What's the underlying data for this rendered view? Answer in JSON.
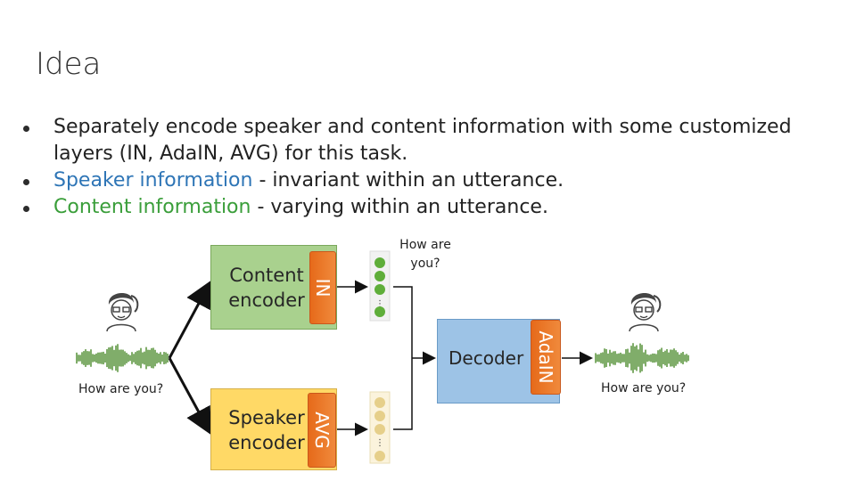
{
  "slide": {
    "title": "Idea",
    "bullets": [
      "Separately encode speaker and content information with some customized layers (IN, AdaIN, AVG) for this task.",
      "Speaker information",
      " - invariant within an utterance.",
      "Content information",
      " - varying within an utterance."
    ]
  },
  "diagram": {
    "content_encoder": "Content encoder",
    "content_encoder_line1": "Content",
    "content_encoder_line2": "encoder",
    "speaker_encoder_line1": "Speaker",
    "speaker_encoder_line2": "encoder",
    "decoder": "Decoder",
    "in_layer": "IN",
    "avg_layer": "AVG",
    "adain_layer": "AdaIN",
    "content_note": "How are you?",
    "input_caption": "How are you?",
    "output_caption": "How are you?"
  },
  "colors": {
    "content": "#a9d18e",
    "speaker": "#ffd966",
    "decoder": "#9dc3e6",
    "layer": "#ed7d31",
    "waveform": "#4a8a2a"
  }
}
